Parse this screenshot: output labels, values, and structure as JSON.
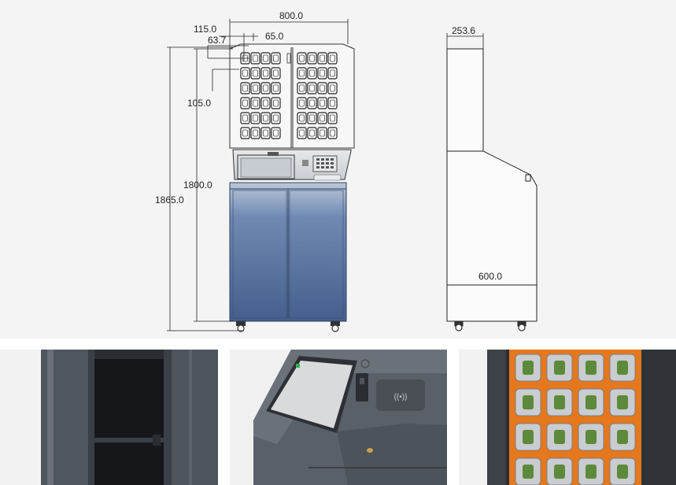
{
  "drawing": {
    "front_dims": {
      "width_total": "800.0",
      "top_offset": "115.0",
      "cell_width": "63.7",
      "cell_gap": "65.0",
      "cell_height": "105.0",
      "height_body": "1800.0",
      "height_total": "1865.0"
    },
    "side_dims": {
      "top_depth": "253.6",
      "base_depth": "600.0"
    }
  },
  "photos": [
    {
      "subject": "cabinet-door-detail"
    },
    {
      "subject": "control-panel-detail"
    },
    {
      "subject": "charging-lockers-detail"
    }
  ],
  "colors": {
    "cabinet_blue": "#4e6a96",
    "cabinet_blue_light": "#6f89b2",
    "dark_grey": "#3d4248",
    "orange": "#e5771c"
  }
}
